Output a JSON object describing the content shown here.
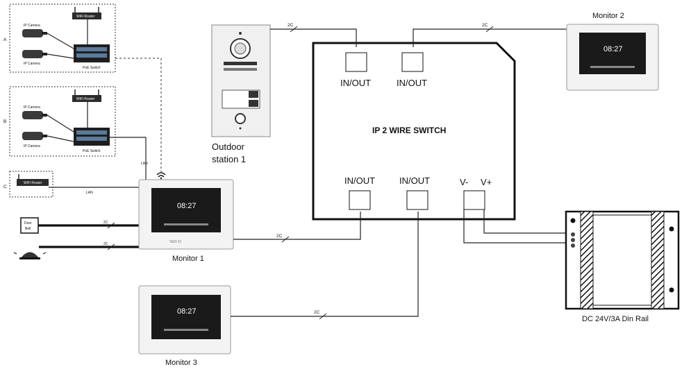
{
  "labels": {
    "wifi_router": "WiFi Router",
    "ip_camera": "IP Camera",
    "poe_switch": "PoE Switch",
    "group_a": "A",
    "group_b": "B",
    "group_c": "C",
    "lan": "LAN",
    "door_bell_line1": "Door",
    "door_bell_line2": "Bell",
    "monitor1": "Monitor 1",
    "monitor2": "Monitor 2",
    "monitor3": "Monitor 3",
    "monitor_time": "08:27",
    "monitor_brand": "VEO CI",
    "outdoor_line1": "Outdoor",
    "outdoor_line2": "station 1",
    "switch_title": "IP 2 WIRE SWITCH",
    "in_out": "IN/OUT",
    "v_minus": "V-",
    "v_plus": "V+",
    "wire_2c": "2C",
    "power_supply": "DC 24V/3A Din Rail"
  }
}
